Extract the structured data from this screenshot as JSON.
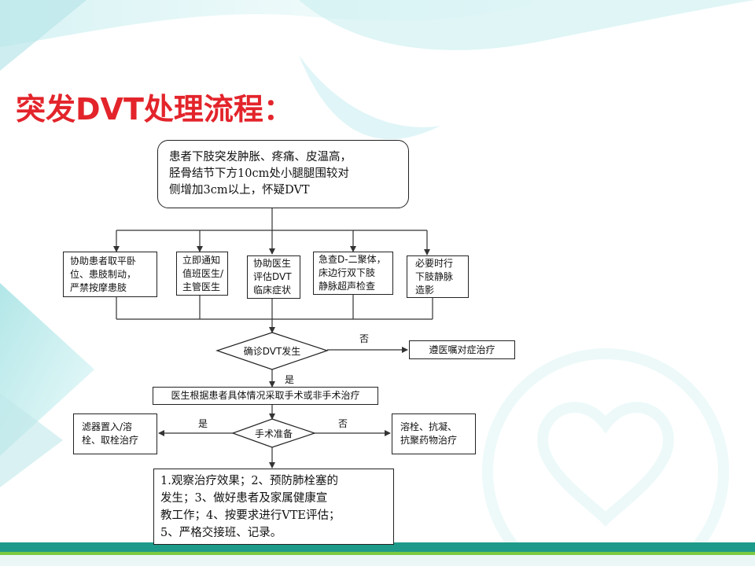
{
  "title": "突发DVT处理流程：",
  "nodes": {
    "start": "患者下肢突发肿胀、疼痛、皮温高，\n胫骨结节下方10cm处小腿腿围较对\n侧增加3cm以上，怀疑DVT",
    "a1": "协助患者取平卧\n位、患肢制动，\n严禁按摩患肢",
    "a2": "立即通知\n值班医生/\n主管医生",
    "a3": "协助医生\n评估DVT\n临床症状",
    "a4": "急查D-二聚体，\n床边行双下肢\n静脉超声检查",
    "a5": "必要时行\n下肢静脉\n造影",
    "confirm": "确诊DVT发生",
    "no_branch": "遵医嘱对症治疗",
    "doctor": "医生根据患者具体情况采取手术或非手术治疗",
    "surgery": "手术准备",
    "yes_branch": "滤器置入/溶\n栓、取栓治疗",
    "no_branch2": "溶栓、抗凝、\n抗聚药物治疗",
    "final": "1.观察治疗效果；2、预防肺栓塞的\n发生；3、做好患者及家属健康宣\n教工作；4、按要求进行VTE评估；\n5、严格交接班、记录。"
  },
  "labels": {
    "no1": "否",
    "yes1": "是",
    "yes2": "是",
    "no2": "否"
  },
  "colors": {
    "title": "#e3242b",
    "bottom_bar": "#1e9a8a",
    "accent_bar": "#7ac943"
  }
}
